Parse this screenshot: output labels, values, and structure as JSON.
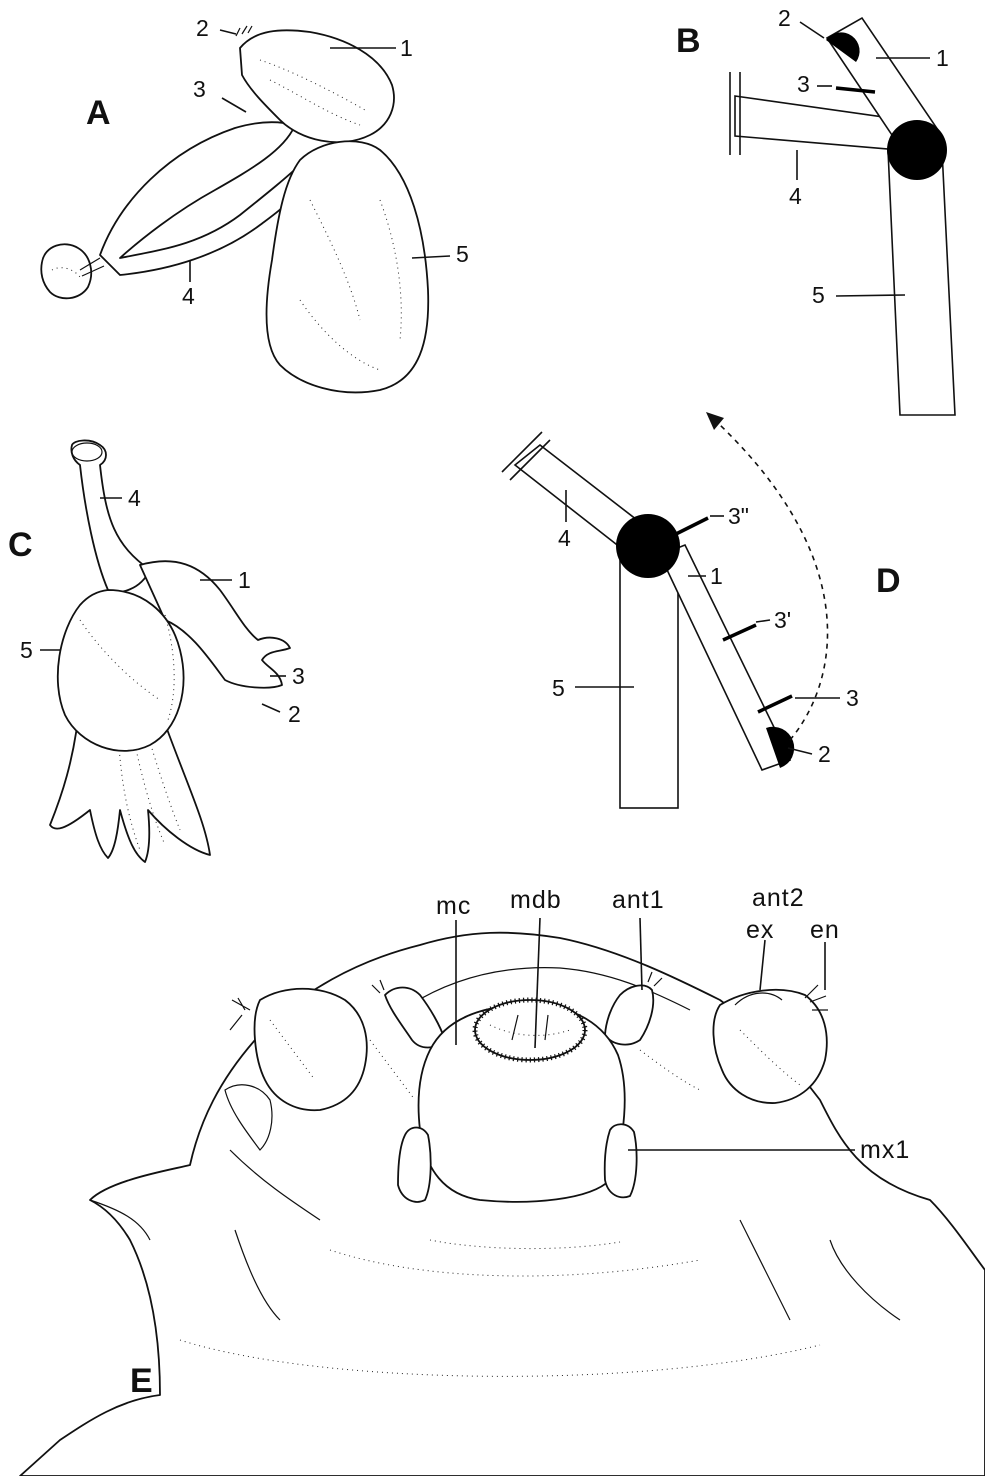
{
  "panels": {
    "A": {
      "letter": "A",
      "labels": [
        "1",
        "2",
        "3",
        "4",
        "5"
      ]
    },
    "B": {
      "letter": "B",
      "labels": [
        "1",
        "2",
        "3",
        "4",
        "5"
      ]
    },
    "C": {
      "letter": "C",
      "labels": [
        "1",
        "2",
        "3",
        "4",
        "5"
      ]
    },
    "D": {
      "letter": "D",
      "labels": [
        "1",
        "2",
        "3",
        "3'",
        "3\"",
        "4",
        "5"
      ]
    },
    "E": {
      "letter": "E",
      "labels": [
        "mc",
        "mdb",
        "ant1",
        "ant2",
        "ex",
        "en",
        "mx1"
      ]
    }
  }
}
